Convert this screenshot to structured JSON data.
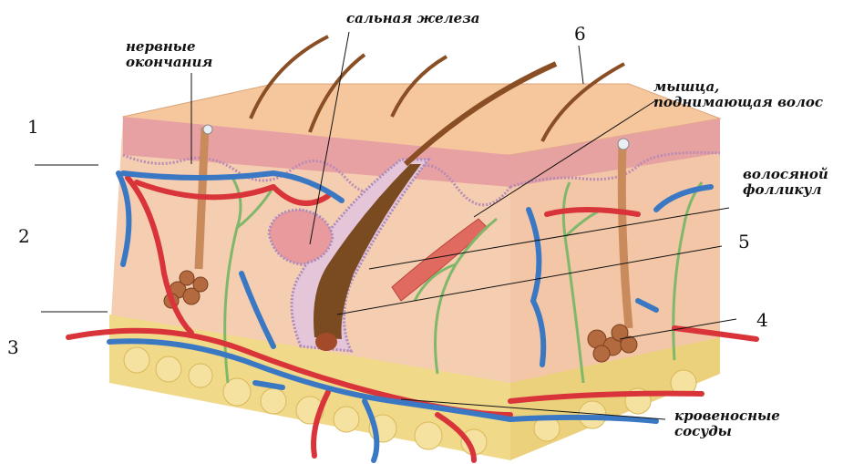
{
  "labels": {
    "nerve_endings": [
      "нервные",
      "окончания"
    ],
    "sebaceous_gland": "сальная железа",
    "hair_muscle": [
      "мышца,",
      "поднимающая волос"
    ],
    "hair_follicle": [
      "волосяной",
      "фолликул"
    ],
    "blood_vessels": [
      "кровеносные",
      "сосуды"
    ]
  },
  "numbers": {
    "n1": "1",
    "n2": "2",
    "n3": "3",
    "n4": "4",
    "n5": "5",
    "n6": "6"
  },
  "colors": {
    "epidermis": "#e9a7a1",
    "dermis": "#f4c9a8",
    "hypodermis": "#f3dc8c",
    "artery": "#d8343a",
    "vein": "#3b78c4",
    "nerve": "#7fb86a",
    "hair": "#8a4e24"
  }
}
